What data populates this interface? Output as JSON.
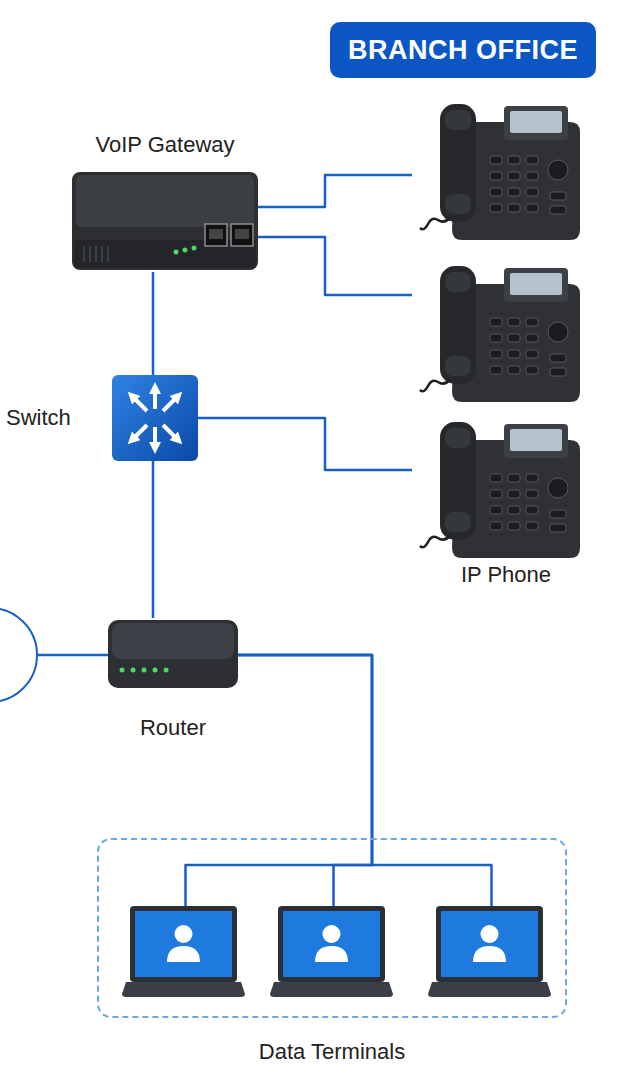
{
  "diagram": {
    "nodes": [
      {
        "text": [
          "BRANCH OFFICE"
        ]
      },
      {
        "text": [
          "VoIP Gateway"
        ]
      },
      {
        "text": []
      },
      {
        "text": []
      },
      {
        "text": [
          "Switch"
        ]
      },
      {
        "text": [
          "IP Phone"
        ]
      },
      {
        "text": []
      },
      {
        "text": [
          "Router"
        ]
      },
      {
        "text": [
          "Data Terminals"
        ]
      },
      {
        "text": [],
        "in": 8
      },
      {
        "text": [],
        "in": 8
      },
      {
        "text": [],
        "in": 8
      }
    ],
    "edges": [
      {
        "from": 1,
        "to": 2,
        "arrow": "none"
      },
      {
        "from": 1,
        "to": 3,
        "arrow": "none"
      },
      {
        "from": 1,
        "to": 4,
        "arrow": "none"
      },
      {
        "from": 4,
        "to": 5,
        "arrow": "none"
      },
      {
        "from": 4,
        "to": 7,
        "arrow": "none"
      },
      {
        "from": 6,
        "to": 7,
        "arrow": "none"
      },
      {
        "from": 7,
        "to": 9,
        "arrow": "none"
      },
      {
        "from": 7,
        "to": 10,
        "arrow": "none"
      },
      {
        "from": 7,
        "to": 11,
        "arrow": "none"
      }
    ]
  }
}
